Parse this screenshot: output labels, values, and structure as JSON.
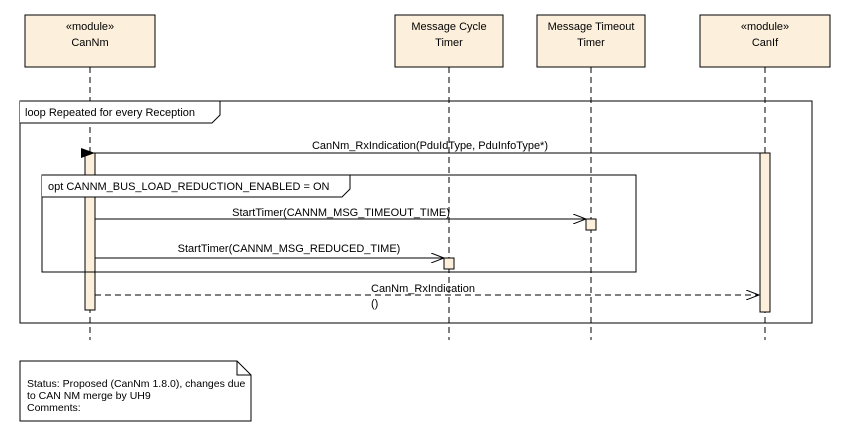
{
  "participants": [
    {
      "id": "cannm",
      "stereotype": "«module»",
      "name": "CanNm"
    },
    {
      "id": "msgcycle",
      "stereotype": "",
      "name": "Message Cycle",
      "name2": "Timer"
    },
    {
      "id": "msgtimeout",
      "stereotype": "",
      "name": "Message Timeout",
      "name2": "Timer"
    },
    {
      "id": "canif",
      "stereotype": "«module»",
      "name": "CanIf"
    }
  ],
  "fragments": {
    "loop": {
      "label": "loop Repeated for every Reception"
    },
    "opt": {
      "label": "opt CANNM_BUS_LOAD_REDUCTION_ENABLED = ON"
    }
  },
  "messages": [
    {
      "id": "rx_indication",
      "label": "CanNm_RxIndication(PduIdType, PduInfoType*)"
    },
    {
      "id": "start_timeout",
      "label": "StartTimer(CANNM_MSG_TIMEOUT_TIME)"
    },
    {
      "id": "start_reduced",
      "label": "StartTimer(CANNM_MSG_REDUCED_TIME)"
    },
    {
      "id": "rx_return",
      "label": "CanNm_RxIndication",
      "label2": "()"
    }
  ],
  "note": {
    "line1": "Status: Proposed (CanNm 1.8.0), changes due",
    "line2": "to CAN NM merge by UH9",
    "line3": "Comments:"
  },
  "colors": {
    "participant_fill": "#fcf0dc",
    "activation_fill": "#fcf0dc",
    "line": "#000000",
    "background": "#ffffff"
  }
}
